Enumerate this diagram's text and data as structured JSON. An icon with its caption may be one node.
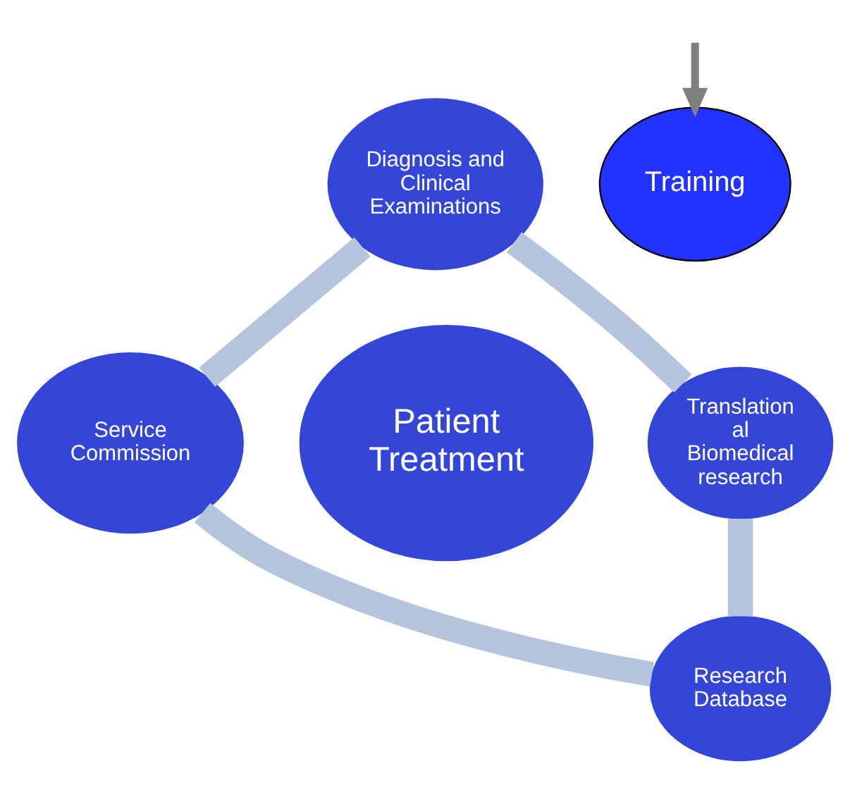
{
  "diagram": {
    "nodes": [
      {
        "text": [
          "Diagnosis and Clinical Examinations"
        ]
      },
      {
        "text": [
          "Training"
        ]
      },
      {
        "text": [
          "Patient Treatment"
        ]
      },
      {
        "text": [
          "Translation al Biomedical research"
        ]
      },
      {
        "text": [
          "Service Commission"
        ]
      },
      {
        "text": [
          "Research Database"
        ]
      }
    ],
    "edges": [
      {
        "from": 0,
        "to": 3,
        "arrow": "none"
      },
      {
        "from": 3,
        "to": 5,
        "arrow": "none"
      },
      {
        "from": 5,
        "to": 4,
        "arrow": "none"
      },
      {
        "from": 4,
        "to": 0,
        "arrow": "none"
      },
      {
        "from": null,
        "to": 1,
        "arrow": "to",
        "color": "#808080"
      }
    ]
  }
}
